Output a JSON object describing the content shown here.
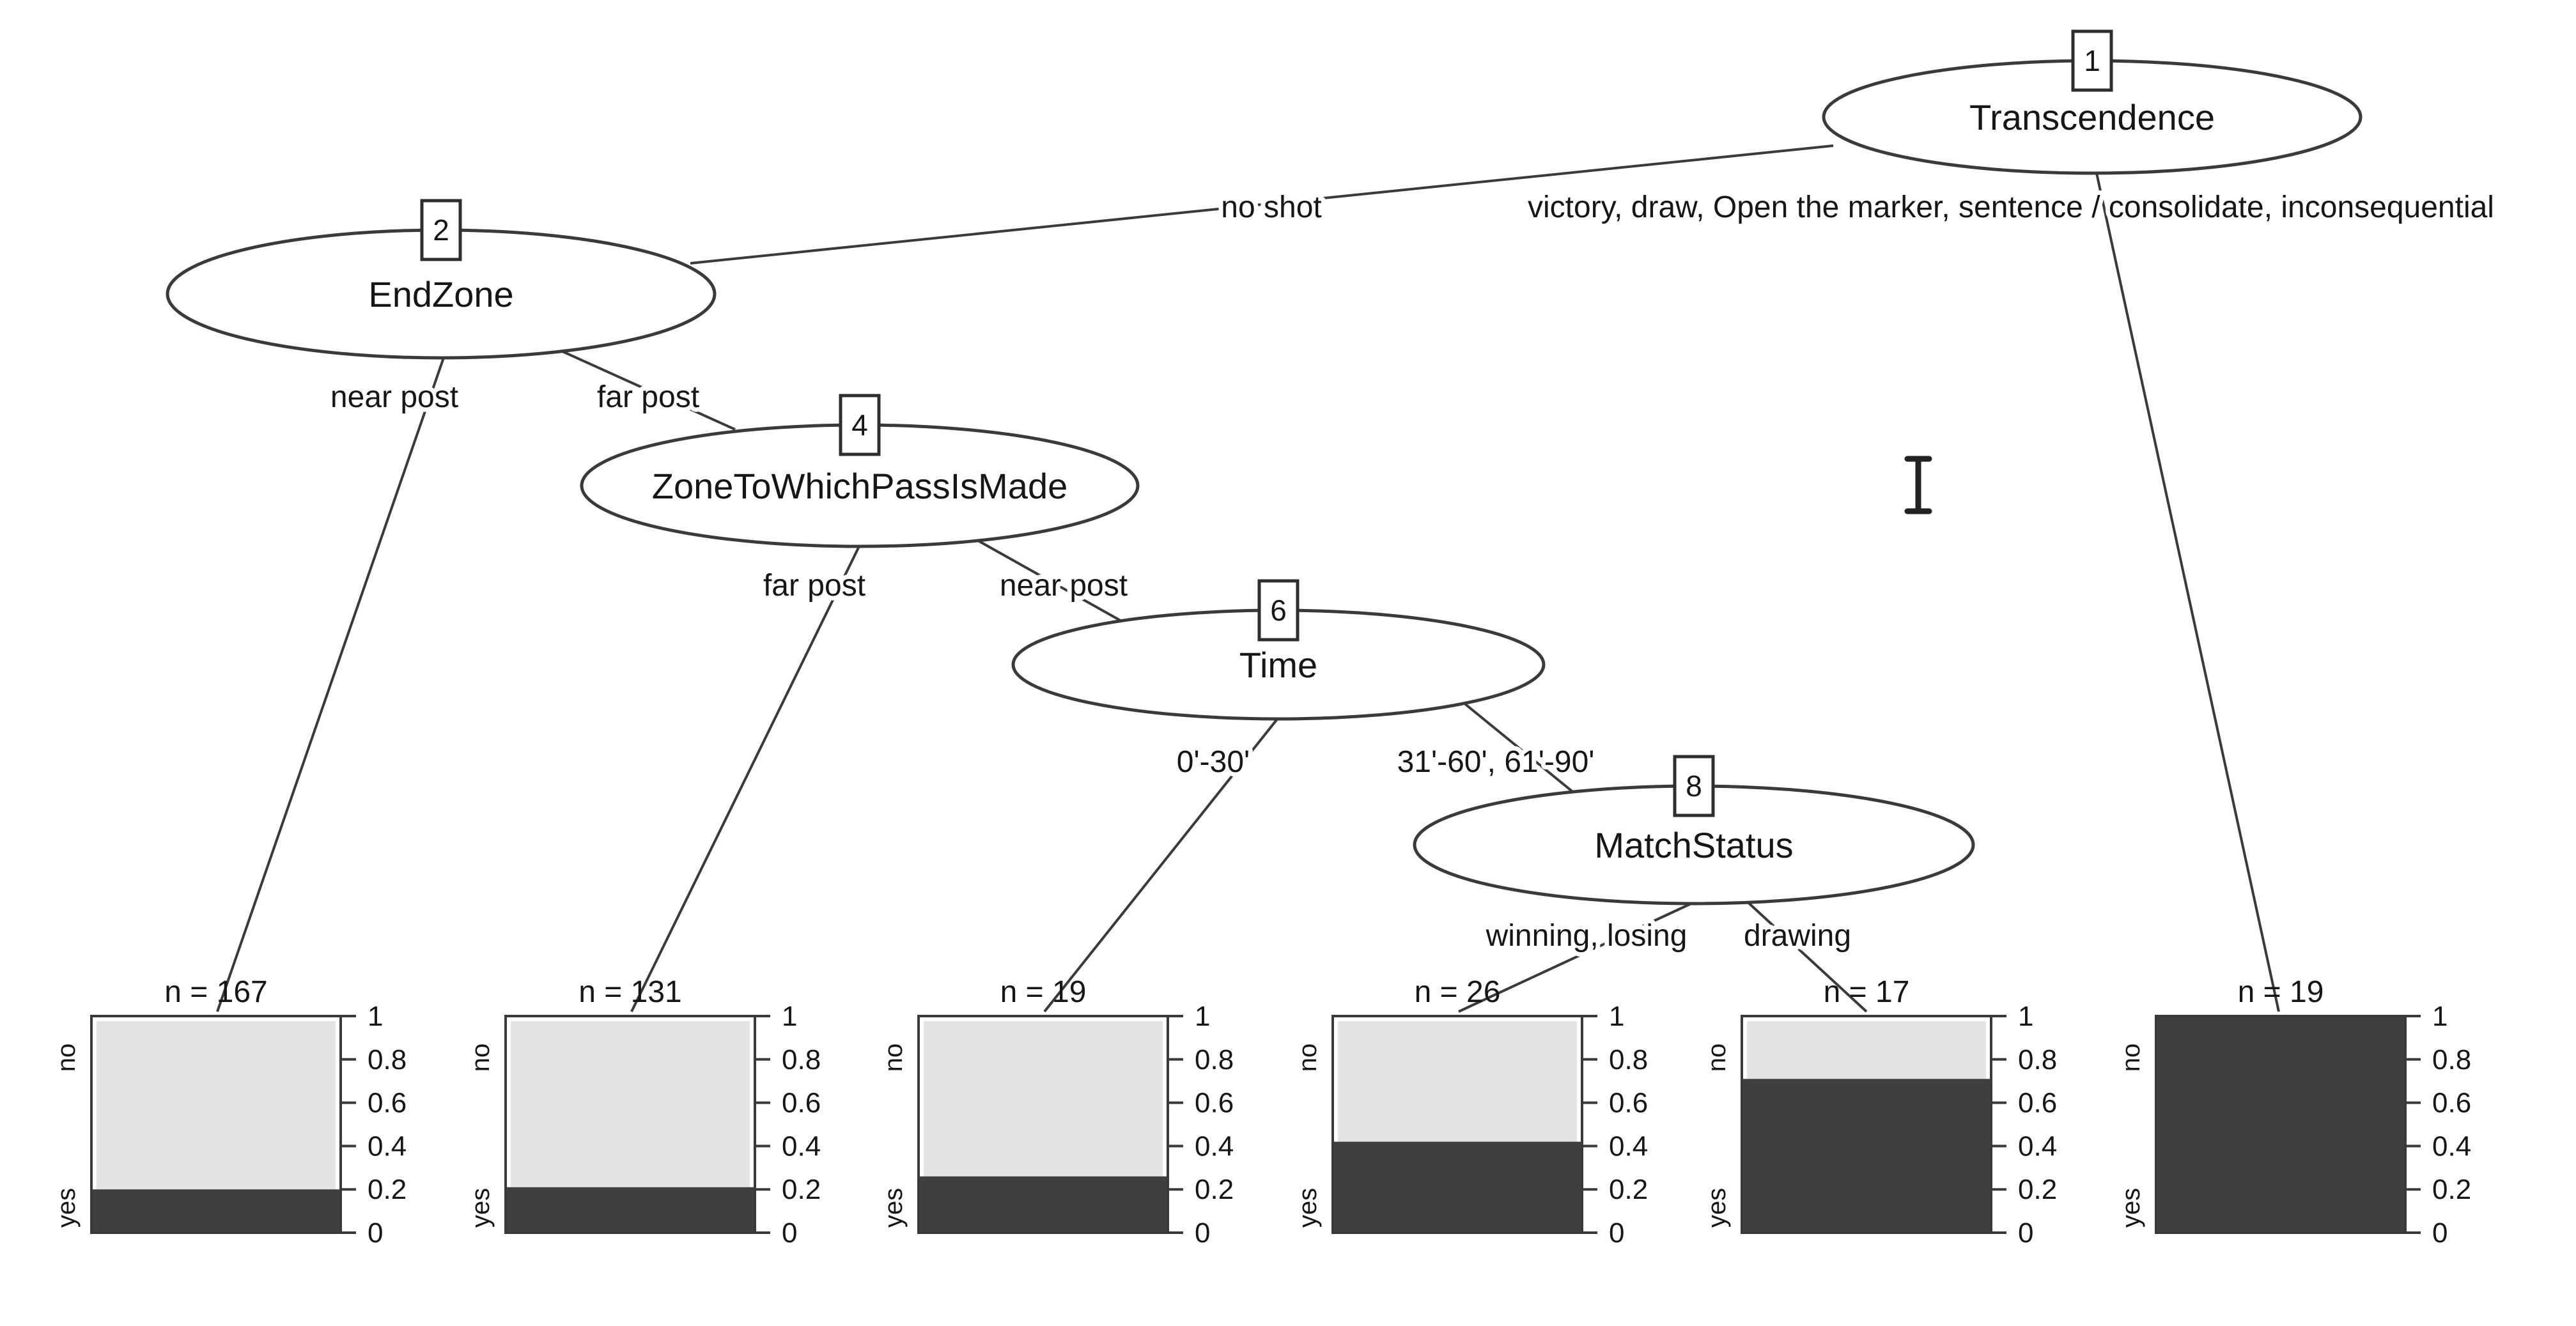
{
  "cursor_icon": "i-beam-text-cursor",
  "chart_data": {
    "type": "decision-tree-with-terminal-barplots",
    "inner_nodes": [
      {
        "id": 1,
        "label": "Transcendence",
        "split_labels": [
          "no shot",
          "victory, draw, Open the marker, sentence / consolidate, inconsequential"
        ]
      },
      {
        "id": 2,
        "label": "EndZone",
        "split_labels": [
          "near post",
          "far post"
        ]
      },
      {
        "id": 4,
        "label": "ZoneToWhichPassIsMade",
        "split_labels": [
          "far post",
          "near post"
        ]
      },
      {
        "id": 6,
        "label": "Time",
        "split_labels": [
          "0'-30'",
          "31'-60', 61'-90'"
        ]
      },
      {
        "id": 8,
        "label": "MatchStatus",
        "split_labels": [
          "winning, losing",
          "drawing"
        ]
      }
    ],
    "terminal_nodes": [
      {
        "sample_label": "n = 167",
        "n": 167,
        "yes_proportion": 0.2,
        "no_proportion": 0.8
      },
      {
        "sample_label": "n = 131",
        "n": 131,
        "yes_proportion": 0.21,
        "no_proportion": 0.79
      },
      {
        "sample_label": "n = 19",
        "n": 19,
        "yes_proportion": 0.26,
        "no_proportion": 0.74
      },
      {
        "sample_label": "n = 26",
        "n": 26,
        "yes_proportion": 0.42,
        "no_proportion": 0.58
      },
      {
        "sample_label": "n = 17",
        "n": 17,
        "yes_proportion": 0.71,
        "no_proportion": 0.29
      },
      {
        "sample_label": "n = 19",
        "n": 19,
        "yes_proportion": 1.0,
        "no_proportion": 0.0
      }
    ],
    "categories": [
      "no",
      "yes"
    ],
    "y_axis": {
      "ticks": [
        "1",
        "0.8",
        "0.6",
        "0.4",
        "0.2",
        "0"
      ],
      "range": [
        0,
        1
      ],
      "grid": false
    },
    "colors": {
      "no_fill": "#e4e4e4",
      "yes_fill": "#3f3f3f",
      "stroke": "#3a3a3a",
      "text": "#161616"
    }
  }
}
